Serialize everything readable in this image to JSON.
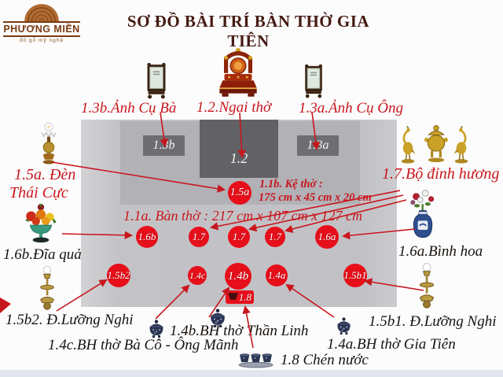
{
  "logo": {
    "brand": "PHƯƠNG MIỀN",
    "tagline": "đồ gỗ mỹ nghệ"
  },
  "title": "SƠ ĐỒ BÀI TRÍ BÀN THỜ GIA TIÊN",
  "colors": {
    "accent_red": "#c8161d",
    "marker_red": "#e60f1a",
    "altar_gray": "#c3c3c7",
    "shelf_gray": "#b1b1b6",
    "box_gray": "#6e6e72",
    "title_color": "#451a12",
    "logo_brown": "#7a3a12"
  },
  "markers": {
    "m15a": "1.5a",
    "m16b": "1.6b",
    "m17": "1.7",
    "m16a": "1.6a",
    "m15b2": "1.5b2",
    "m14c": "1.4c",
    "m14b": "1.4b",
    "m14a": "1.4a",
    "m15b1": "1.5b1",
    "m18": "1.8",
    "box13b": "1.3b",
    "box12": "1.2",
    "box13a": "1.3a"
  },
  "labels": {
    "anh_cu_ba": "1.3b.Ảnh Cụ Bà",
    "ngai_tho": "1.2.Ngai thờ",
    "anh_cu_ong": "1.3a.Ảnh Cụ Ông",
    "den_thai_cuc_1": "1.5a. Đèn",
    "den_thai_cuc_2": "Thái Cực",
    "dia_qua": "1.6b.Đĩa quả",
    "bo_dinh_huong": "1.7.Bộ đỉnh hương",
    "binh_hoa": "1.6a.Bình hoa",
    "ke_tho_1": "1.1b. Kệ thờ :",
    "ke_tho_2": "175 cm x 45 cm x 20 cm",
    "ban_tho": "1.1a. Bàn thờ : 217 cm x 107 cm x 127 cm",
    "luong_nghi_trai": "1.5b2. Đ.Lưỡng Nghi",
    "luong_nghi_phai": "1.5b1. Đ.Lưỡng Nghi",
    "bh_ba_co": "1.4c.BH thờ Bà Cô - Ông Mãnh",
    "bh_than_linh": "1.4b.BH thờ Thần Linh",
    "bh_gia_tien": "1.4a.BH thờ Gia Tiên",
    "chen_nuoc": "1.8 Chén nước"
  },
  "icons": [
    "wood-grain-logo-icon",
    "photo-frame-icon",
    "throne-icon",
    "oil-lamp-icon",
    "fruit-plate-icon",
    "candlestick-icon",
    "crane-icon",
    "golden-censer-icon",
    "flower-vase-icon",
    "incense-pot-icon",
    "water-cups-icon",
    "cup-icon"
  ]
}
